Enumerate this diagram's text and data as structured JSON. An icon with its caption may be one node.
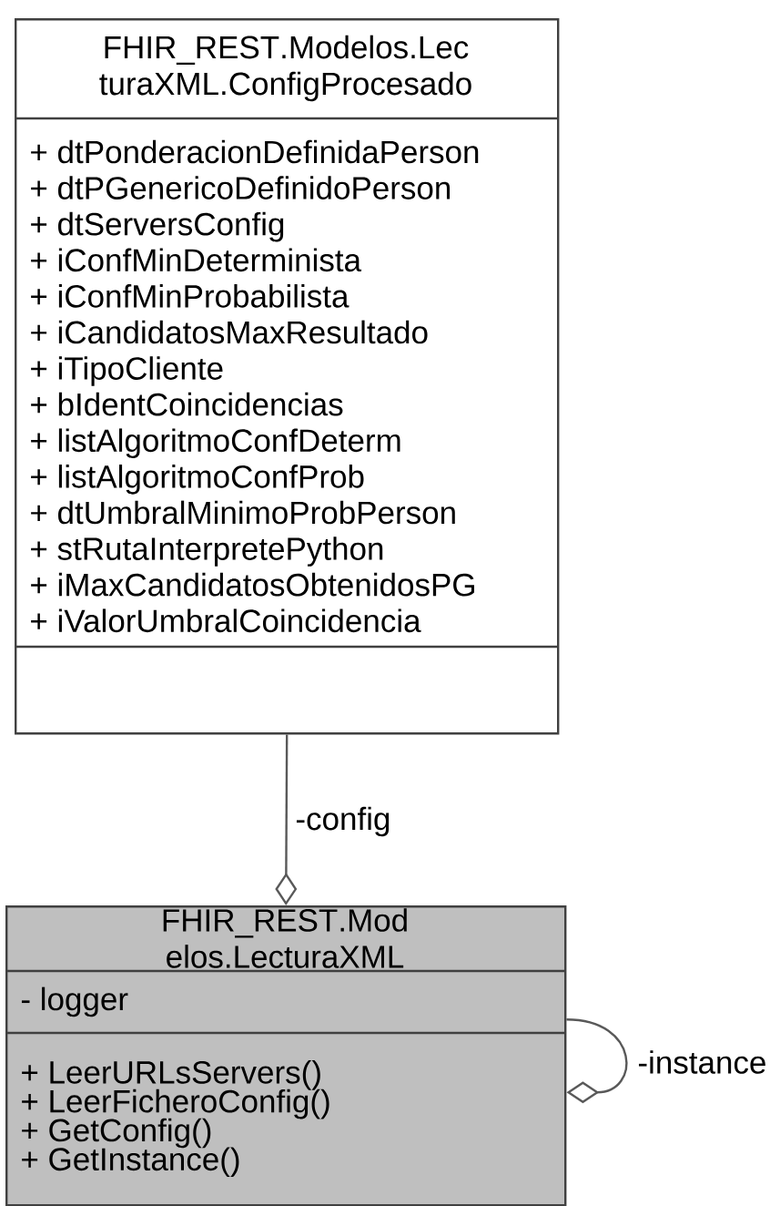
{
  "diagram": {
    "nodes": [
      {
        "text": [
          "FHIR_REST.Modelos.LecturaXML.ConfigProcesado",
          "+ dtPonderacionDefinidaPerson",
          "+ dtPGenericoDefinidoPerson",
          "+ dtServersConfig",
          "+ iConfMinDeterminista",
          "+ iConfMinProbabilista",
          "+ iCandidatosMaxResultado",
          "+ iTipoCliente",
          "+ bIdentCoincidencias",
          "+ listAlgoritmoConfDeterm",
          "+ listAlgoritmoConfProb",
          "+ dtUmbralMinimoProbPerson",
          "+ stRutaInterpretePython",
          "+ iMaxCandidatosObtenidosPG",
          "+ iValorUmbralCoincidencia"
        ]
      },
      {
        "text": [
          "FHIR_REST.Modelos.LecturaXML",
          "- logger",
          "+ LeerURLsServers()",
          "+ LeerFicheroConfig()",
          "+ GetConfig()",
          "+ GetInstance()"
        ]
      }
    ],
    "edges": [
      {
        "from": 0,
        "to": 1,
        "arrow": "other",
        "label": "-config"
      },
      {
        "from": 1,
        "to": 1,
        "arrow": "other",
        "label": "-instance"
      }
    ]
  }
}
